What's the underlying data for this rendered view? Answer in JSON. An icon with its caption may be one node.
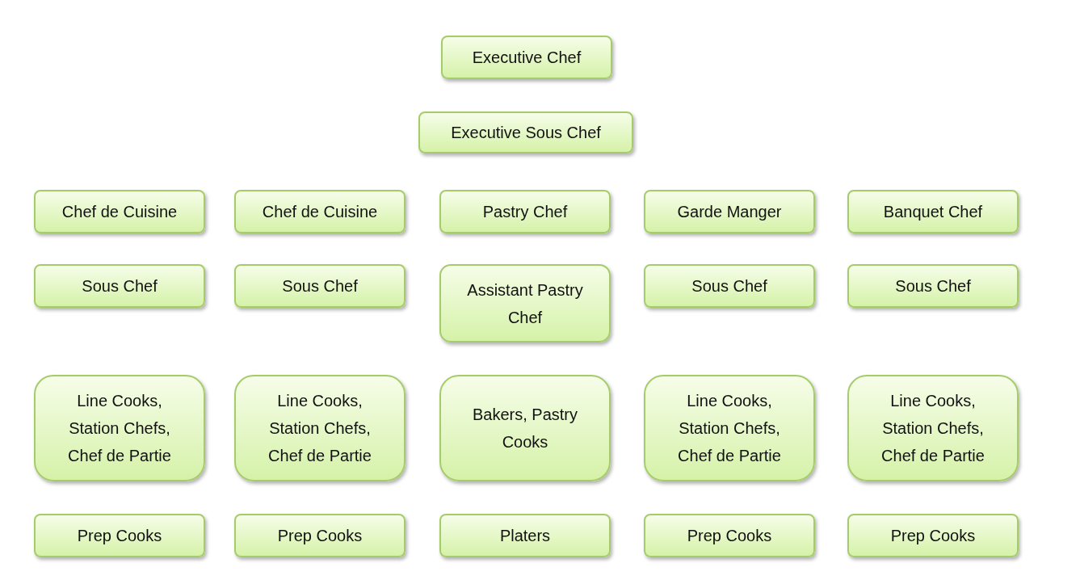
{
  "diagram": {
    "nodes": [
      {
        "text": [
          "Executive Chef"
        ]
      },
      {
        "text": [
          "Executive Sous Chef"
        ]
      },
      {
        "text": [
          "Chef de Cuisine"
        ]
      },
      {
        "text": [
          "Chef de Cuisine"
        ]
      },
      {
        "text": [
          "Pastry Chef"
        ]
      },
      {
        "text": [
          "Garde Manger"
        ]
      },
      {
        "text": [
          "Banquet Chef"
        ]
      },
      {
        "text": [
          "Sous Chef"
        ]
      },
      {
        "text": [
          "Sous Chef"
        ]
      },
      {
        "text": [
          "Assistant Pastry Chef"
        ]
      },
      {
        "text": [
          "Sous Chef"
        ]
      },
      {
        "text": [
          "Sous Chef"
        ]
      },
      {
        "text": [
          "Line Cooks, Station Chefs, Chef de Partie"
        ]
      },
      {
        "text": [
          "Line Cooks, Station Chefs, Chef de Partie"
        ]
      },
      {
        "text": [
          "Bakers, Pastry Cooks"
        ]
      },
      {
        "text": [
          "Line Cooks, Station Chefs, Chef de Partie"
        ]
      },
      {
        "text": [
          "Line Cooks, Station Chefs, Chef de Partie"
        ]
      },
      {
        "text": [
          "Prep Cooks"
        ]
      },
      {
        "text": [
          "Prep Cooks"
        ]
      },
      {
        "text": [
          "Platers"
        ]
      },
      {
        "text": [
          "Prep Cooks"
        ]
      },
      {
        "text": [
          "Prep Cooks"
        ]
      }
    ]
  }
}
